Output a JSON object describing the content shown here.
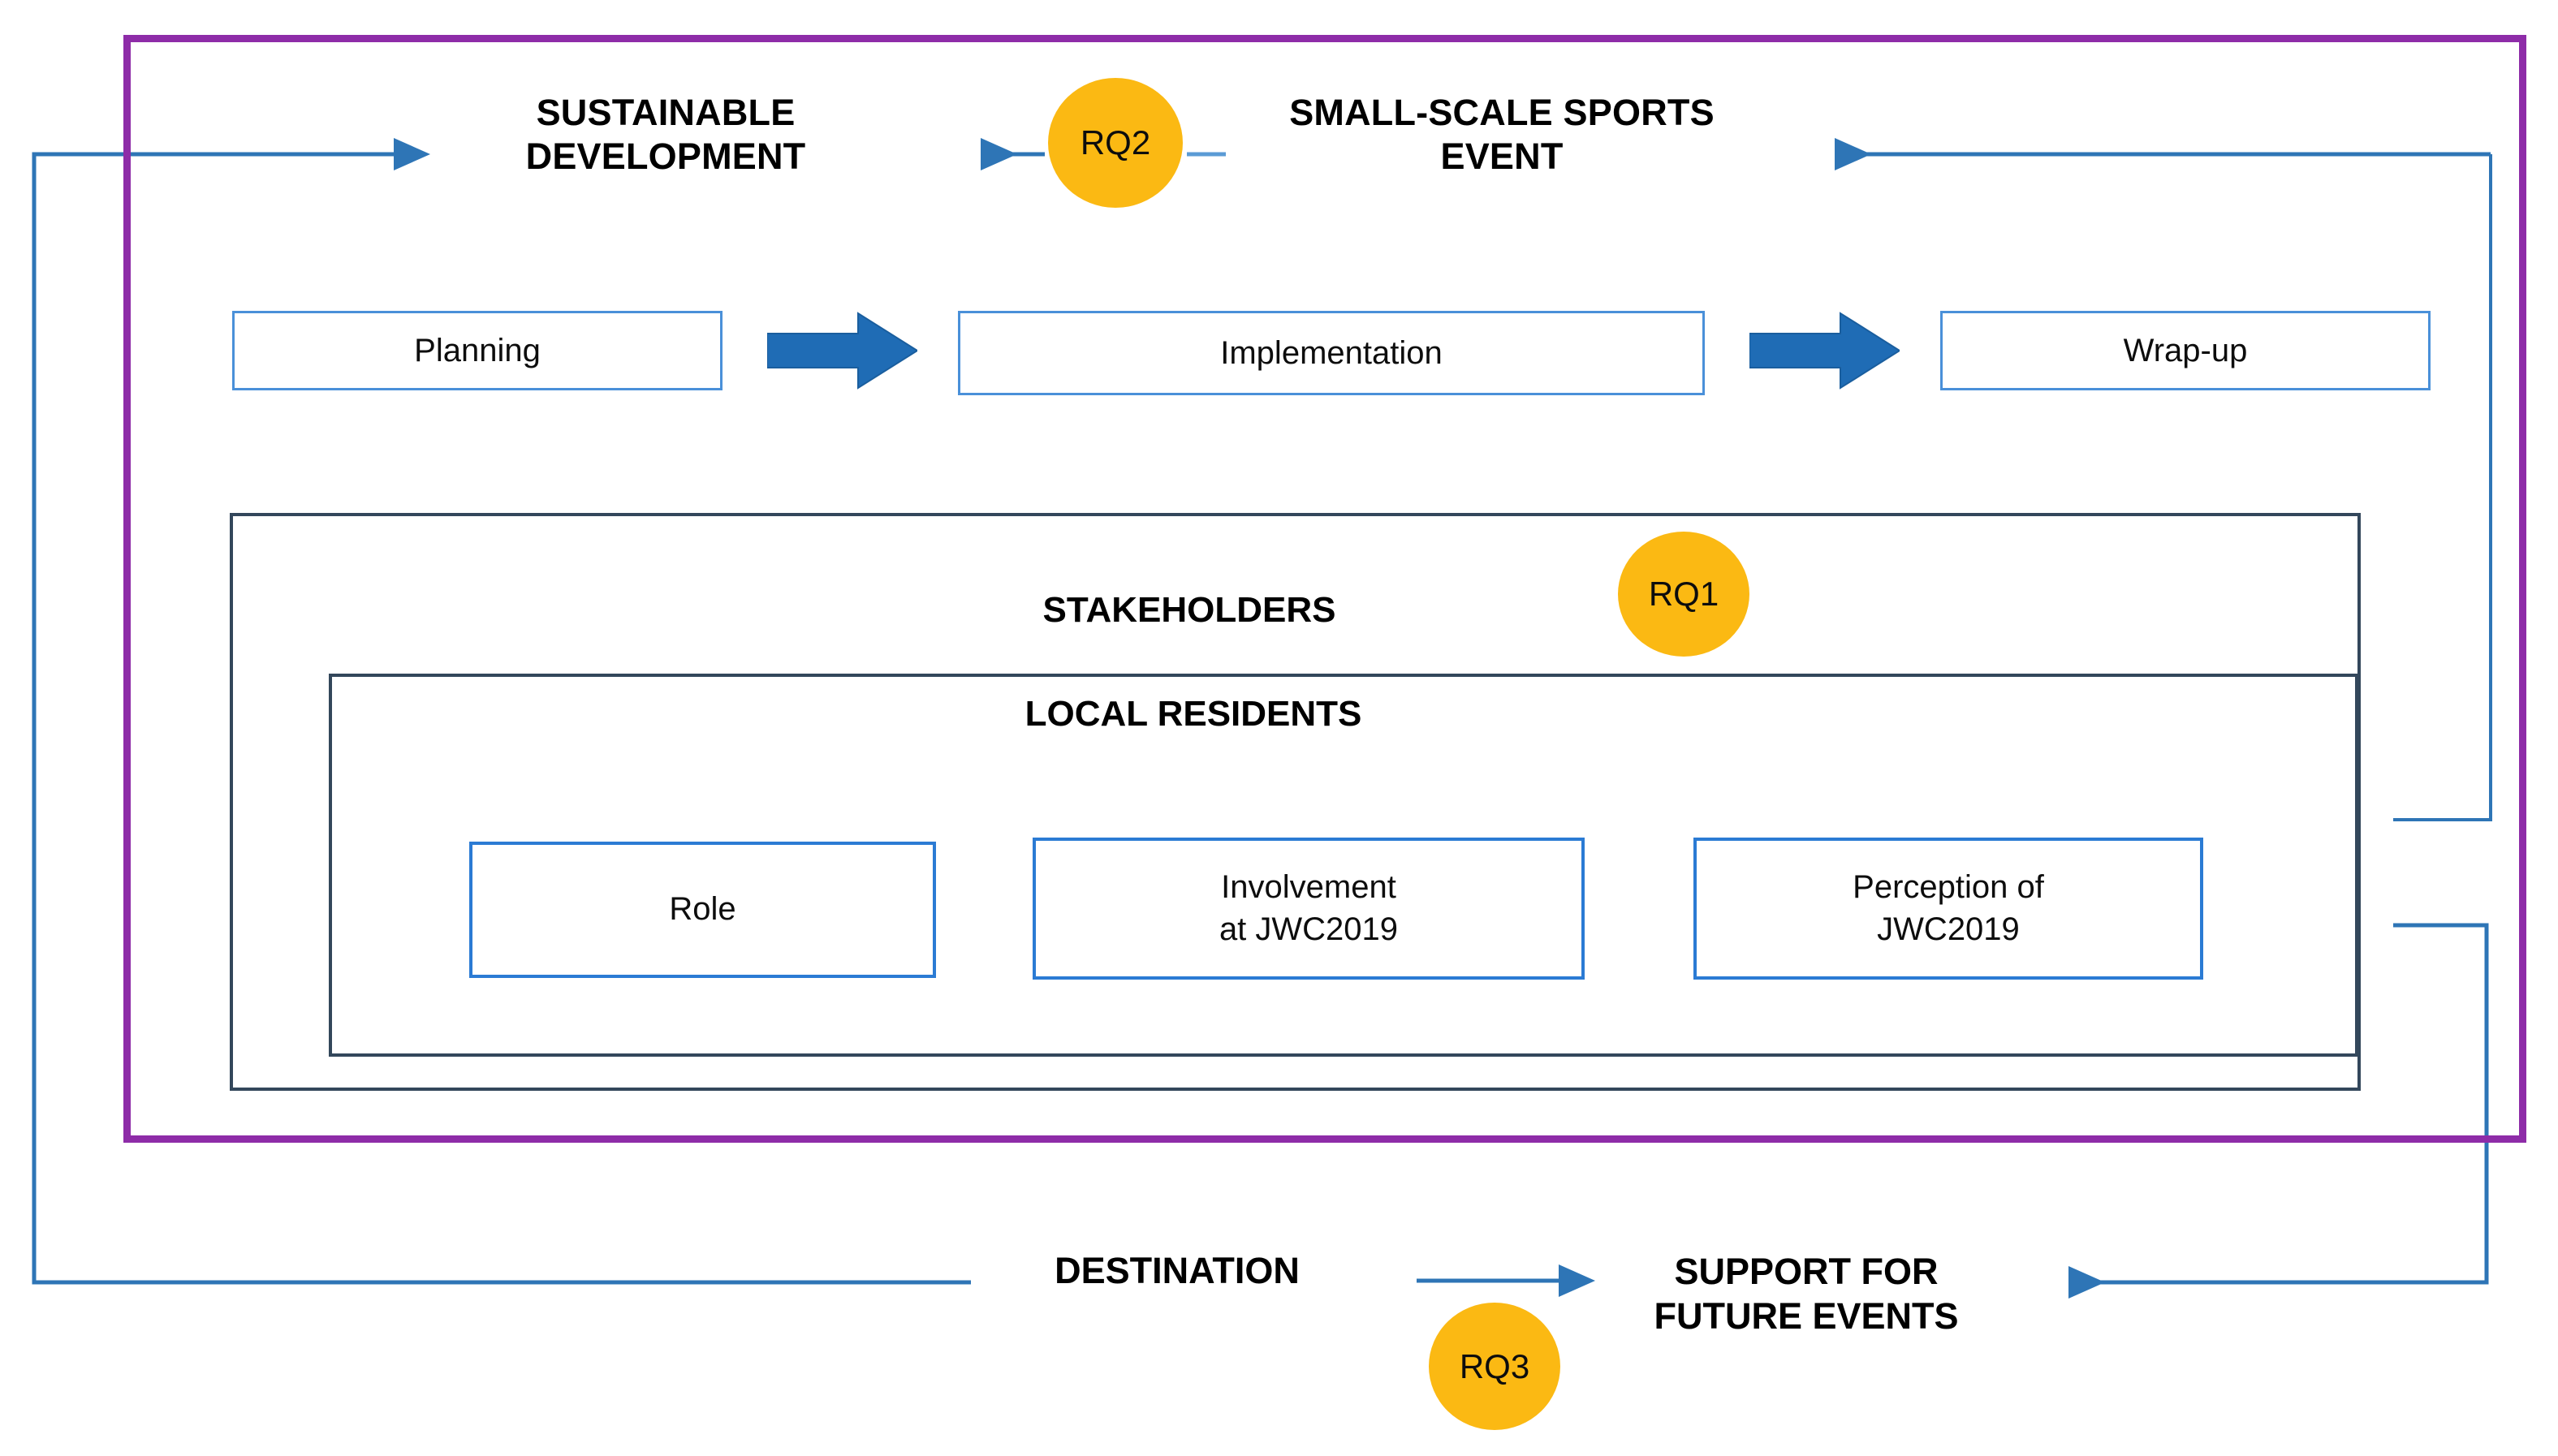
{
  "diagram": {
    "title_frame": {
      "left_headline": "SUSTAINABLE\nDEVELOPMENT",
      "left_headline_line1": "SUSTAINABLE",
      "left_headline_line2": "DEVELOPMENT",
      "right_headline_line1": "SMALL-SCALE SPORTS",
      "right_headline_line2": "EVENT"
    },
    "process": {
      "steps": [
        {
          "label": "Planning"
        },
        {
          "label": "Implementation"
        },
        {
          "label": "Wrap-up"
        }
      ],
      "arrow_icon_1": "block-arrow-right-icon",
      "arrow_icon_2": "block-arrow-right-icon"
    },
    "stakeholders": {
      "title": "STAKEHOLDERS",
      "local_residents": {
        "title": "LOCAL RESIDENTS",
        "attributes": [
          {
            "line1": "Role",
            "line2": ""
          },
          {
            "line1": "Involvement",
            "line2": "at JWC2019"
          },
          {
            "line1": "Perception  of",
            "line2": "JWC2019"
          }
        ]
      }
    },
    "outcomes": {
      "destination": "DESTINATION",
      "support_line1": "SUPPORT FOR",
      "support_line2": "FUTURE EVENTS"
    },
    "research_questions": [
      {
        "id": "RQ1",
        "label": "RQ1"
      },
      {
        "id": "RQ2",
        "label": "RQ2"
      },
      {
        "id": "RQ3",
        "label": "RQ3"
      }
    ],
    "colors": {
      "frame_purple": "#8E2CA8",
      "bubble_yellow": "#FBB913",
      "box_blue": "#2B7BD4",
      "light_box_blue": "#4A90D9",
      "arrow_blue": "#1F6CB5",
      "connector_blue": "#2E75B6",
      "nested_box_grey": "#33475B",
      "text_black": "#000000",
      "background": "#FFFFFF"
    }
  }
}
